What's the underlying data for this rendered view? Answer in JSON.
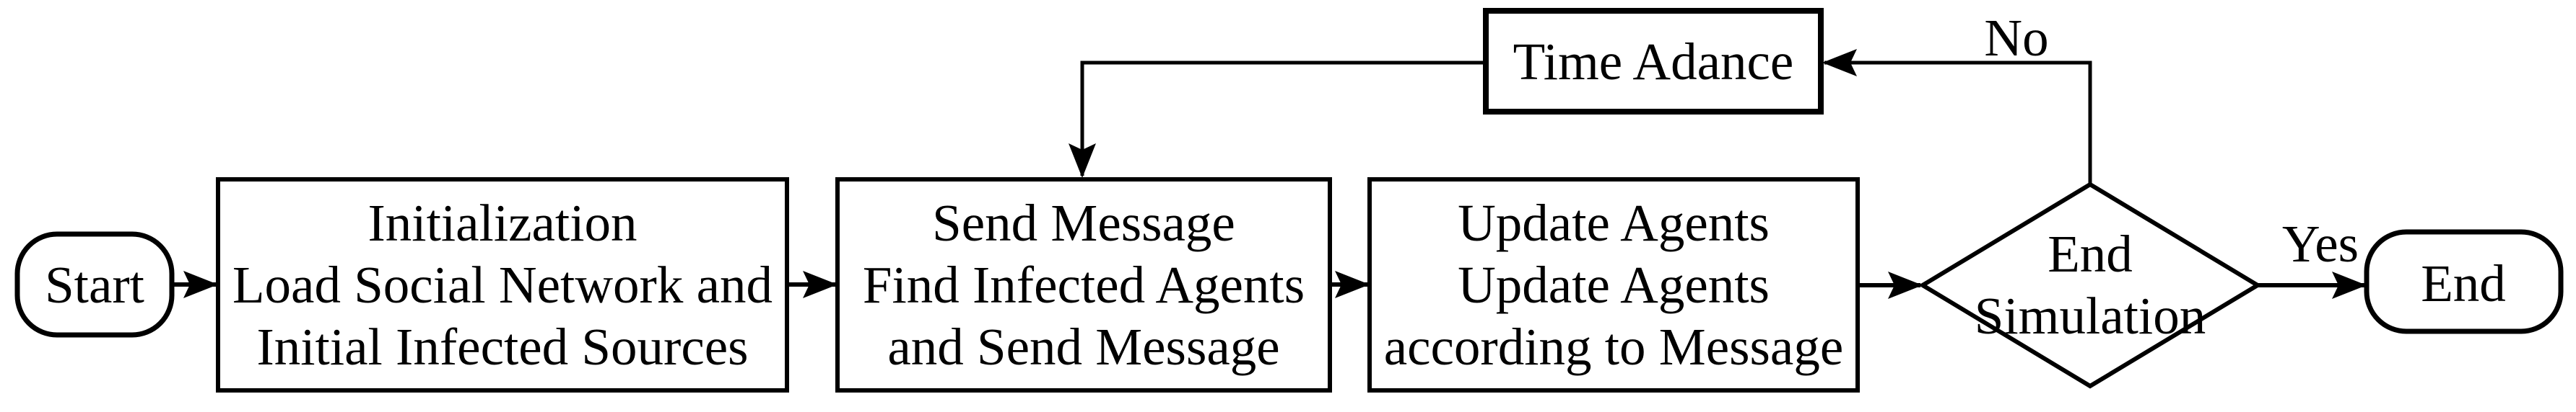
{
  "nodes": {
    "start": {
      "label": "Start"
    },
    "initialization": {
      "lines": [
        "Initialization",
        "Load Social Network and",
        "Initial Infected Sources"
      ]
    },
    "send_message": {
      "lines": [
        "Send Message",
        "Find Infected Agents",
        "and Send Message"
      ]
    },
    "update_agents": {
      "lines": [
        "Update Agents",
        "Update Agents",
        "according to Message"
      ]
    },
    "end_simulation": {
      "lines": [
        "End",
        "Simulation"
      ]
    },
    "time_advance": {
      "label": "Time Adance"
    },
    "end": {
      "label": "End"
    }
  },
  "edge_labels": {
    "yes": "Yes",
    "no": "No"
  },
  "colors": {
    "line": "#000000",
    "shape_fill": "#ffffff",
    "text": "#000000",
    "background": "#ffffff"
  }
}
